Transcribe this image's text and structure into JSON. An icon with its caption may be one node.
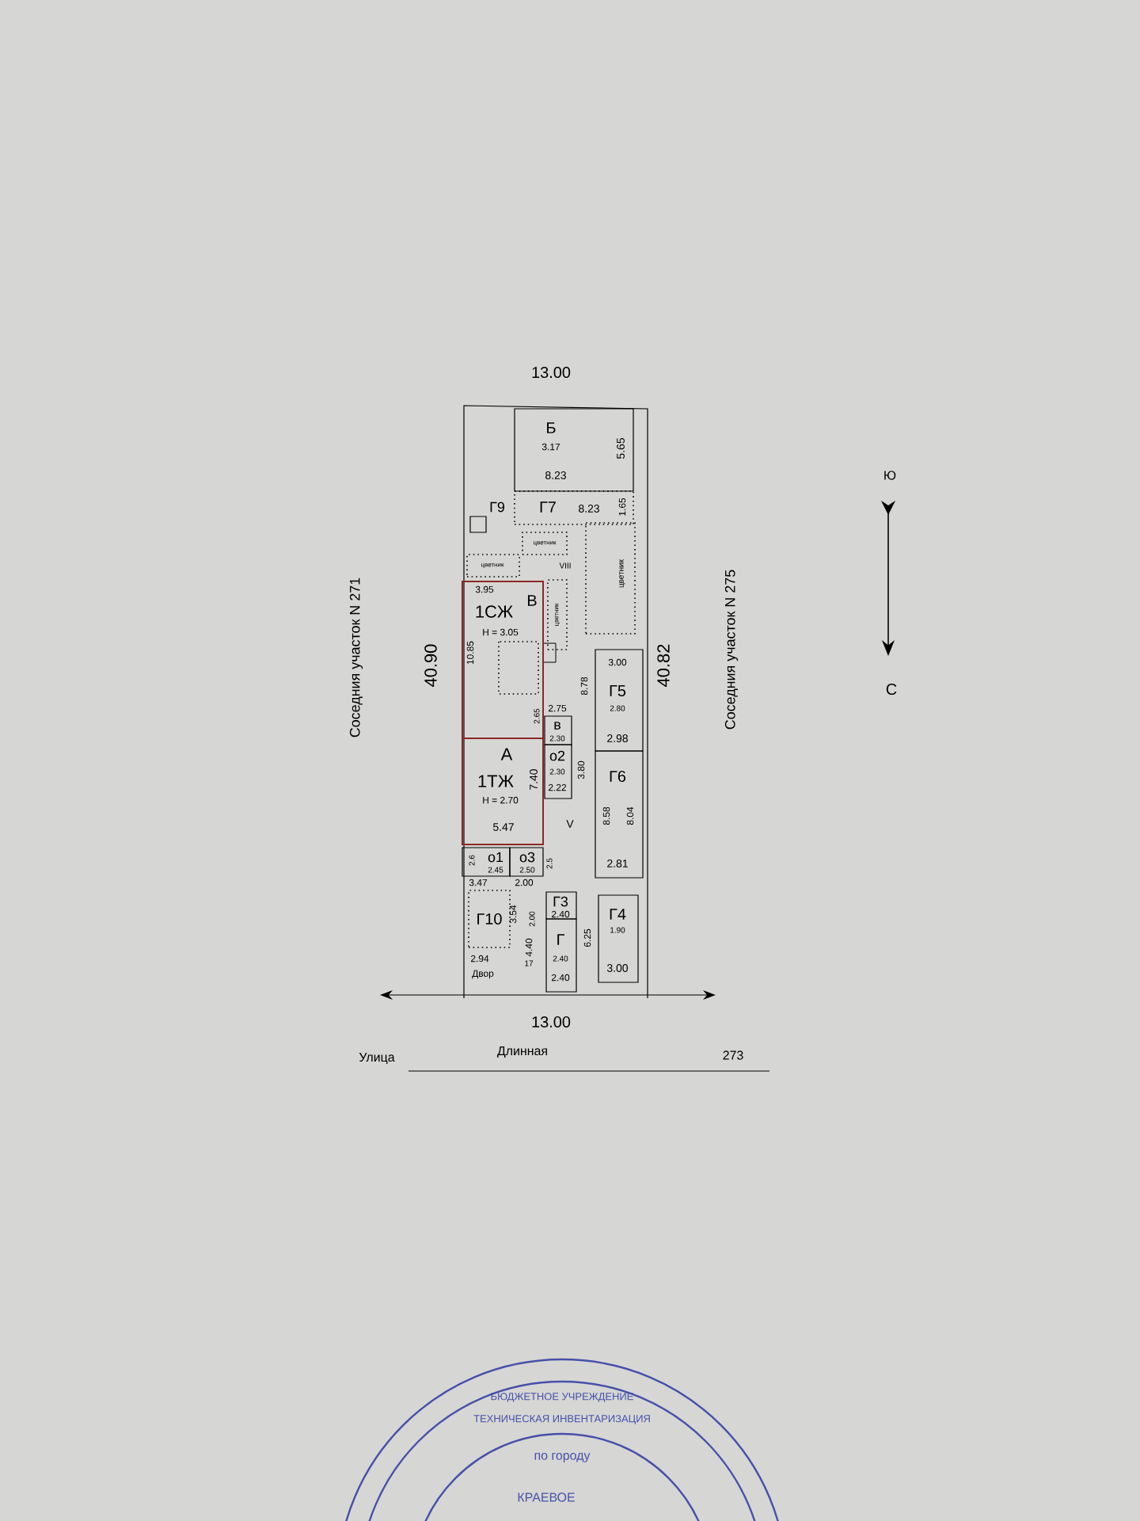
{
  "diagram": {
    "nodes": [
      {
        "text": [
          "Б",
          "3.17",
          "8.23",
          "5.65"
        ]
      },
      {
        "text": [
          "Г7",
          "8.23",
          "1.65"
        ]
      },
      {
        "text": [
          "В",
          "1СЖ",
          "Н = 3.05",
          "3.95",
          "10.85"
        ]
      },
      {
        "text": [
          "А",
          "1ТЖ",
          "Н = 2.70",
          "5.47",
          "7.40"
        ]
      },
      {
        "text": [
          "в",
          "2.30"
        ]
      },
      {
        "text": [
          "о2",
          "2.30",
          "2.22"
        ]
      },
      {
        "text": [
          "о1",
          "2.45"
        ]
      },
      {
        "text": [
          "о3",
          "2.50"
        ]
      },
      {
        "text": [
          "3.00",
          "Г5",
          "2.80",
          "2.98"
        ]
      },
      {
        "text": [
          "Г6",
          "8.58",
          "8.04",
          "2.81"
        ]
      },
      {
        "text": [
          "Г10"
        ],
        "beside": [
          "2.94"
        ]
      },
      {
        "text": [
          "Г3",
          "2.40"
        ]
      },
      {
        "text": [
          "Г",
          "2.40",
          "2.40"
        ]
      },
      {
        "text": [
          "Г4",
          "1.90",
          "3.00"
        ]
      },
      {
        "text": [],
        "shape": "box",
        "beside": [
          "Г9"
        ]
      },
      {
        "text": [
          "цветник"
        ]
      },
      {
        "text": [
          "цветник"
        ]
      },
      {
        "text": [
          "цветник"
        ]
      },
      {
        "text": [
          "цветник"
        ]
      }
    ],
    "labels": [
      "13.00",
      "Соседния участок N 271",
      "40.90",
      "40.82",
      "Соседния участок N 275",
      "Ю",
      "VIII",
      "С",
      "2.75",
      "2.65",
      "8.78",
      "3.80",
      "V",
      "2.6",
      "2.5",
      "3.47",
      "2.00",
      "3.54",
      "2.00",
      "4.40",
      "6.25",
      "17",
      "Двор",
      "13.00",
      "Улица",
      "Длинная",
      "273",
      "БЮДЖЕТНОЕ УЧРЕЖДЕНИЕ",
      "ТЕХНИЧЕСКАЯ ИНВЕНТАРИЗАЦИЯ",
      "по городу",
      "КРАЕВОЕ"
    ]
  }
}
